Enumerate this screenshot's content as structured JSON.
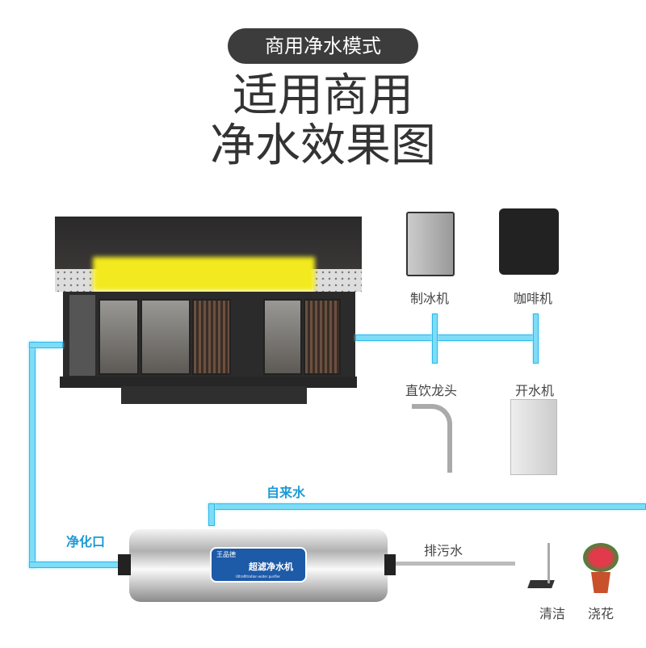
{
  "header": {
    "badge": "商用净水模式",
    "title_line1": "适用商用",
    "title_line2": "净水效果图"
  },
  "appliances": [
    {
      "label": "制冰机",
      "icon": "ice-machine-icon"
    },
    {
      "label": "咖啡机",
      "icon": "coffee-machine-icon"
    },
    {
      "label": "直饮龙头",
      "icon": "faucet-icon"
    },
    {
      "label": "开水机",
      "icon": "water-boiler-icon"
    }
  ],
  "pipes": {
    "tap_water": "自来水",
    "purified_outlet": "净化口",
    "drain": "排污水"
  },
  "drain_uses": [
    {
      "label": "清洁",
      "icon": "mop-icon"
    },
    {
      "label": "浇花",
      "icon": "flower-pot-icon"
    }
  ],
  "filter": {
    "brand": "王品德",
    "name": "超滤净水机",
    "subtitle": "Ultrafiltration water purifier"
  },
  "colors": {
    "pipe": "#7fdcf7",
    "label_blue": "#1c9ad6",
    "badge_bg": "#3c3c3c"
  }
}
